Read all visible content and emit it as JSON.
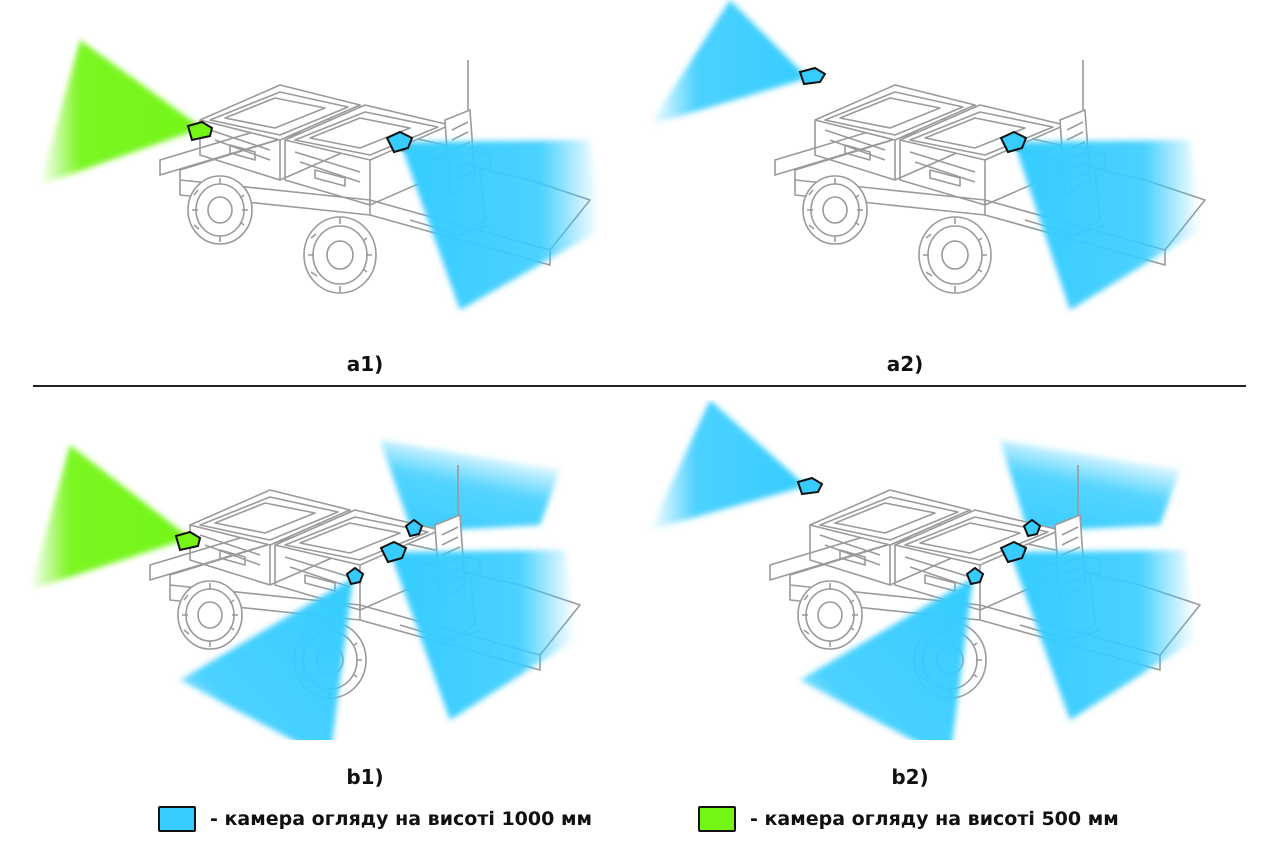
{
  "colors": {
    "camera_1000": "#36ccff",
    "camera_500": "#74f514",
    "line": "#9a9a9a"
  },
  "panels": [
    {
      "id": "a1",
      "label": "a1)",
      "cameras": [
        "front-500",
        "rear-1000"
      ]
    },
    {
      "id": "a2",
      "label": "a2)",
      "cameras": [
        "front-1000",
        "rear-1000"
      ]
    },
    {
      "id": "b1",
      "label": "b1)",
      "cameras": [
        "front-500",
        "rear-1000",
        "rear-upper-1000",
        "side-1000"
      ]
    },
    {
      "id": "b2",
      "label": "b2)",
      "cameras": [
        "front-1000",
        "rear-1000",
        "rear-upper-1000",
        "side-1000"
      ]
    }
  ],
  "legend": {
    "camera_1000_text": "- камера огляду на висоті 1000 мм",
    "camera_500_text": "- камера огляду на висоті 500 мм"
  }
}
